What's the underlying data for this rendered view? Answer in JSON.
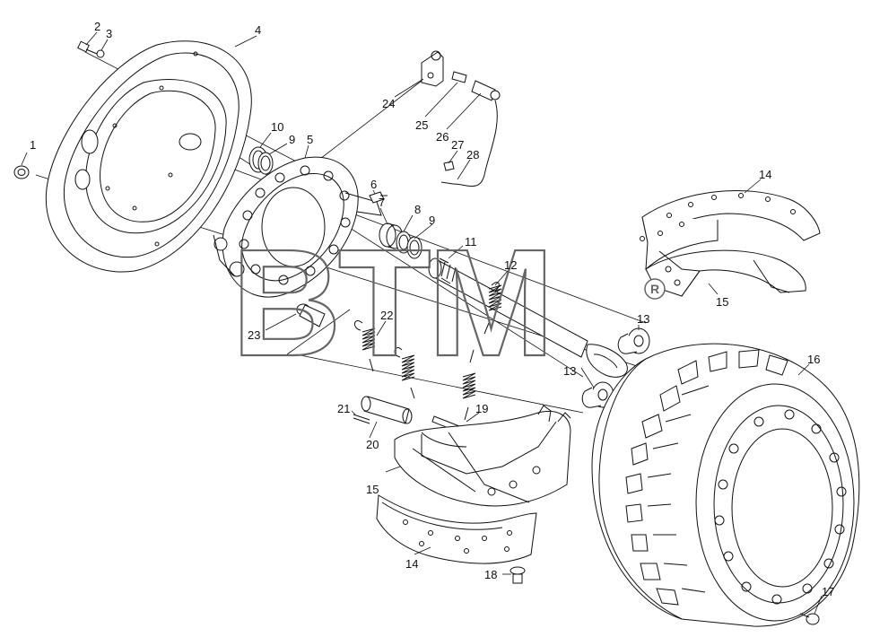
{
  "watermark": {
    "text": "BTM",
    "registered_mark": "R"
  },
  "labels": {
    "l1": "1",
    "l2": "2",
    "l3": "3",
    "l4": "4",
    "l5": "5",
    "l6": "6",
    "l7": "7",
    "l8": "8",
    "l9a": "9",
    "l9b": "9",
    "l10": "10",
    "l11": "11",
    "l12": "12",
    "l13a": "13",
    "l13b": "13",
    "l14a": "14",
    "l14b": "14",
    "l15a": "15",
    "l15b": "15",
    "l16": "16",
    "l17": "17",
    "l18": "18",
    "l19": "19",
    "l20": "20",
    "l21": "21",
    "l22": "22",
    "l23": "23",
    "l24": "24",
    "l25": "25",
    "l26": "26",
    "l27": "27",
    "l28": "28"
  }
}
